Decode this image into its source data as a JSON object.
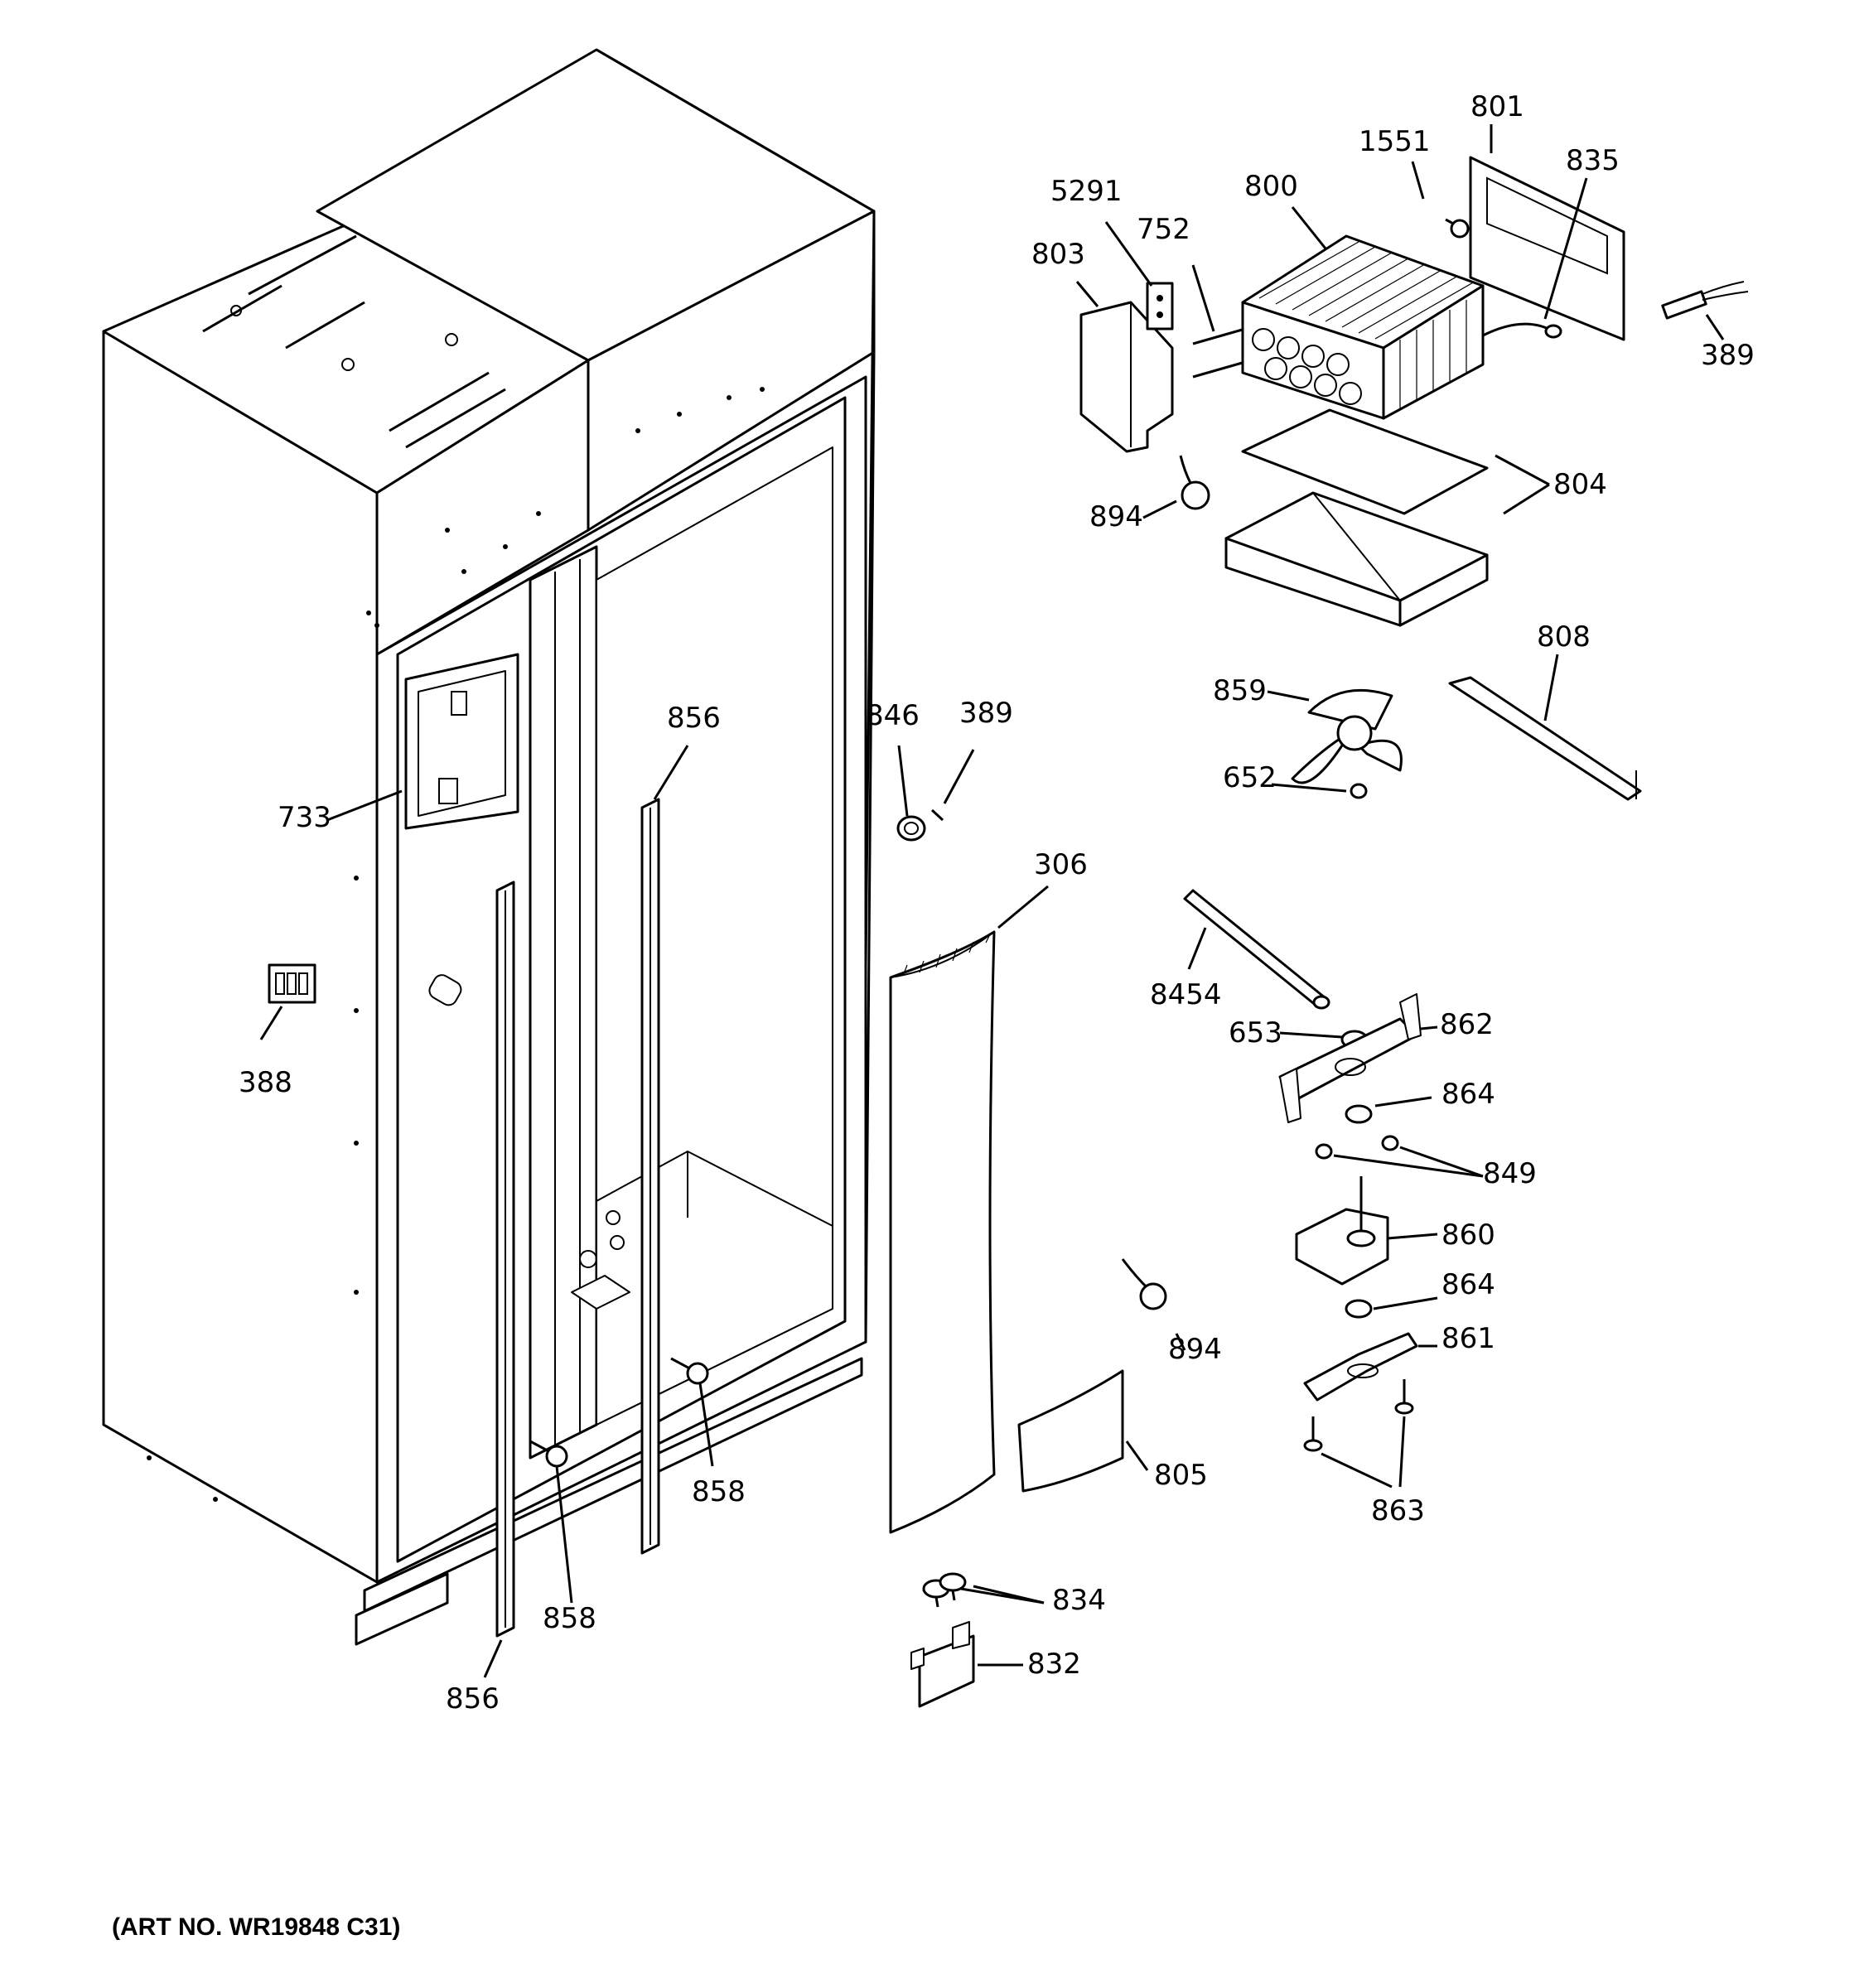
{
  "art_number": "(ART NO. WR19848 C31)",
  "callouts": {
    "c801": "801",
    "c1551": "1551",
    "c835": "835",
    "c5291": "5291",
    "c800": "800",
    "c752": "752",
    "c803": "803",
    "c389a": "389",
    "c804": "804",
    "c894a": "894",
    "c808": "808",
    "c859": "859",
    "c652": "652",
    "c856a": "856",
    "c846": "846",
    "c389b": "389",
    "c733": "733",
    "c306": "306",
    "c8454": "8454",
    "c653": "653",
    "c862": "862",
    "c864a": "864",
    "c849": "849",
    "c388": "388",
    "c860": "860",
    "c864b": "864",
    "c861": "861",
    "c894b": "894",
    "c858a": "858",
    "c805": "805",
    "c863": "863",
    "c858b": "858",
    "c834": "834",
    "c832": "832",
    "c856b": "856"
  }
}
